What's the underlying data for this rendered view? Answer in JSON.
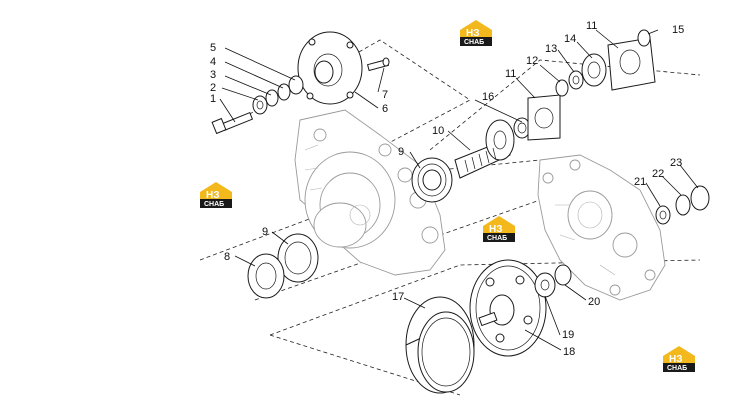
{
  "diagram": {
    "watermark_logo": {
      "letters": "НЗ",
      "caption": "СНАБ",
      "accent_color": "#f3b81c",
      "dark_color": "#1a1a1a"
    },
    "callouts": [
      "1",
      "2",
      "3",
      "4",
      "5",
      "6",
      "7",
      "8",
      "9",
      "9",
      "10",
      "11",
      "11",
      "12",
      "13",
      "14",
      "15",
      "16",
      "17",
      "18",
      "19",
      "20",
      "21",
      "22",
      "23"
    ]
  }
}
